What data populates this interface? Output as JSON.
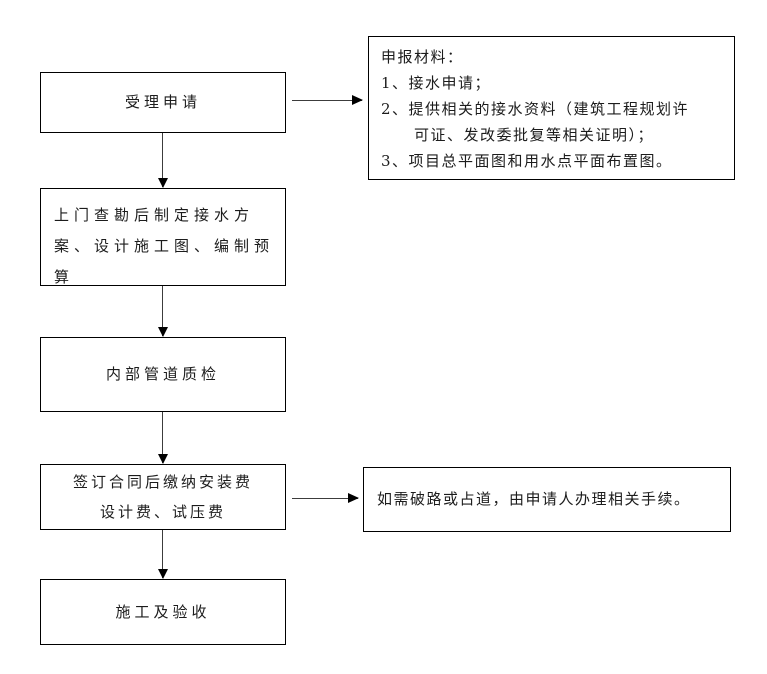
{
  "flowchart": {
    "steps": [
      {
        "id": "accept-application",
        "label": "受理申请"
      },
      {
        "id": "site-survey-plan",
        "label": "上门查勘后制定接水方\n案、设计施工图、编制预\n算"
      },
      {
        "id": "internal-pipe-inspection",
        "label": "内部管道质检"
      },
      {
        "id": "sign-contract-pay-fees",
        "label": "签订合同后缴纳安装费\n设计费、试压费"
      },
      {
        "id": "construction-acceptance",
        "label": "施工及验收"
      }
    ],
    "notes": [
      {
        "id": "application-materials",
        "text": "申报材料：\n1、接水申请；\n2、提供相关的接水资料（建筑工程规划许\n　　可证、发改委批复等相关证明）；\n3、项目总平面图和用水点平面布置图。"
      },
      {
        "id": "road-breaking-note",
        "text": "如需破路或占道，由申请人办理相关手续。"
      }
    ],
    "colors": {
      "background": "#ffffff",
      "border": "#000000",
      "text": "#1c1c1c",
      "arrow": "#000000"
    }
  }
}
